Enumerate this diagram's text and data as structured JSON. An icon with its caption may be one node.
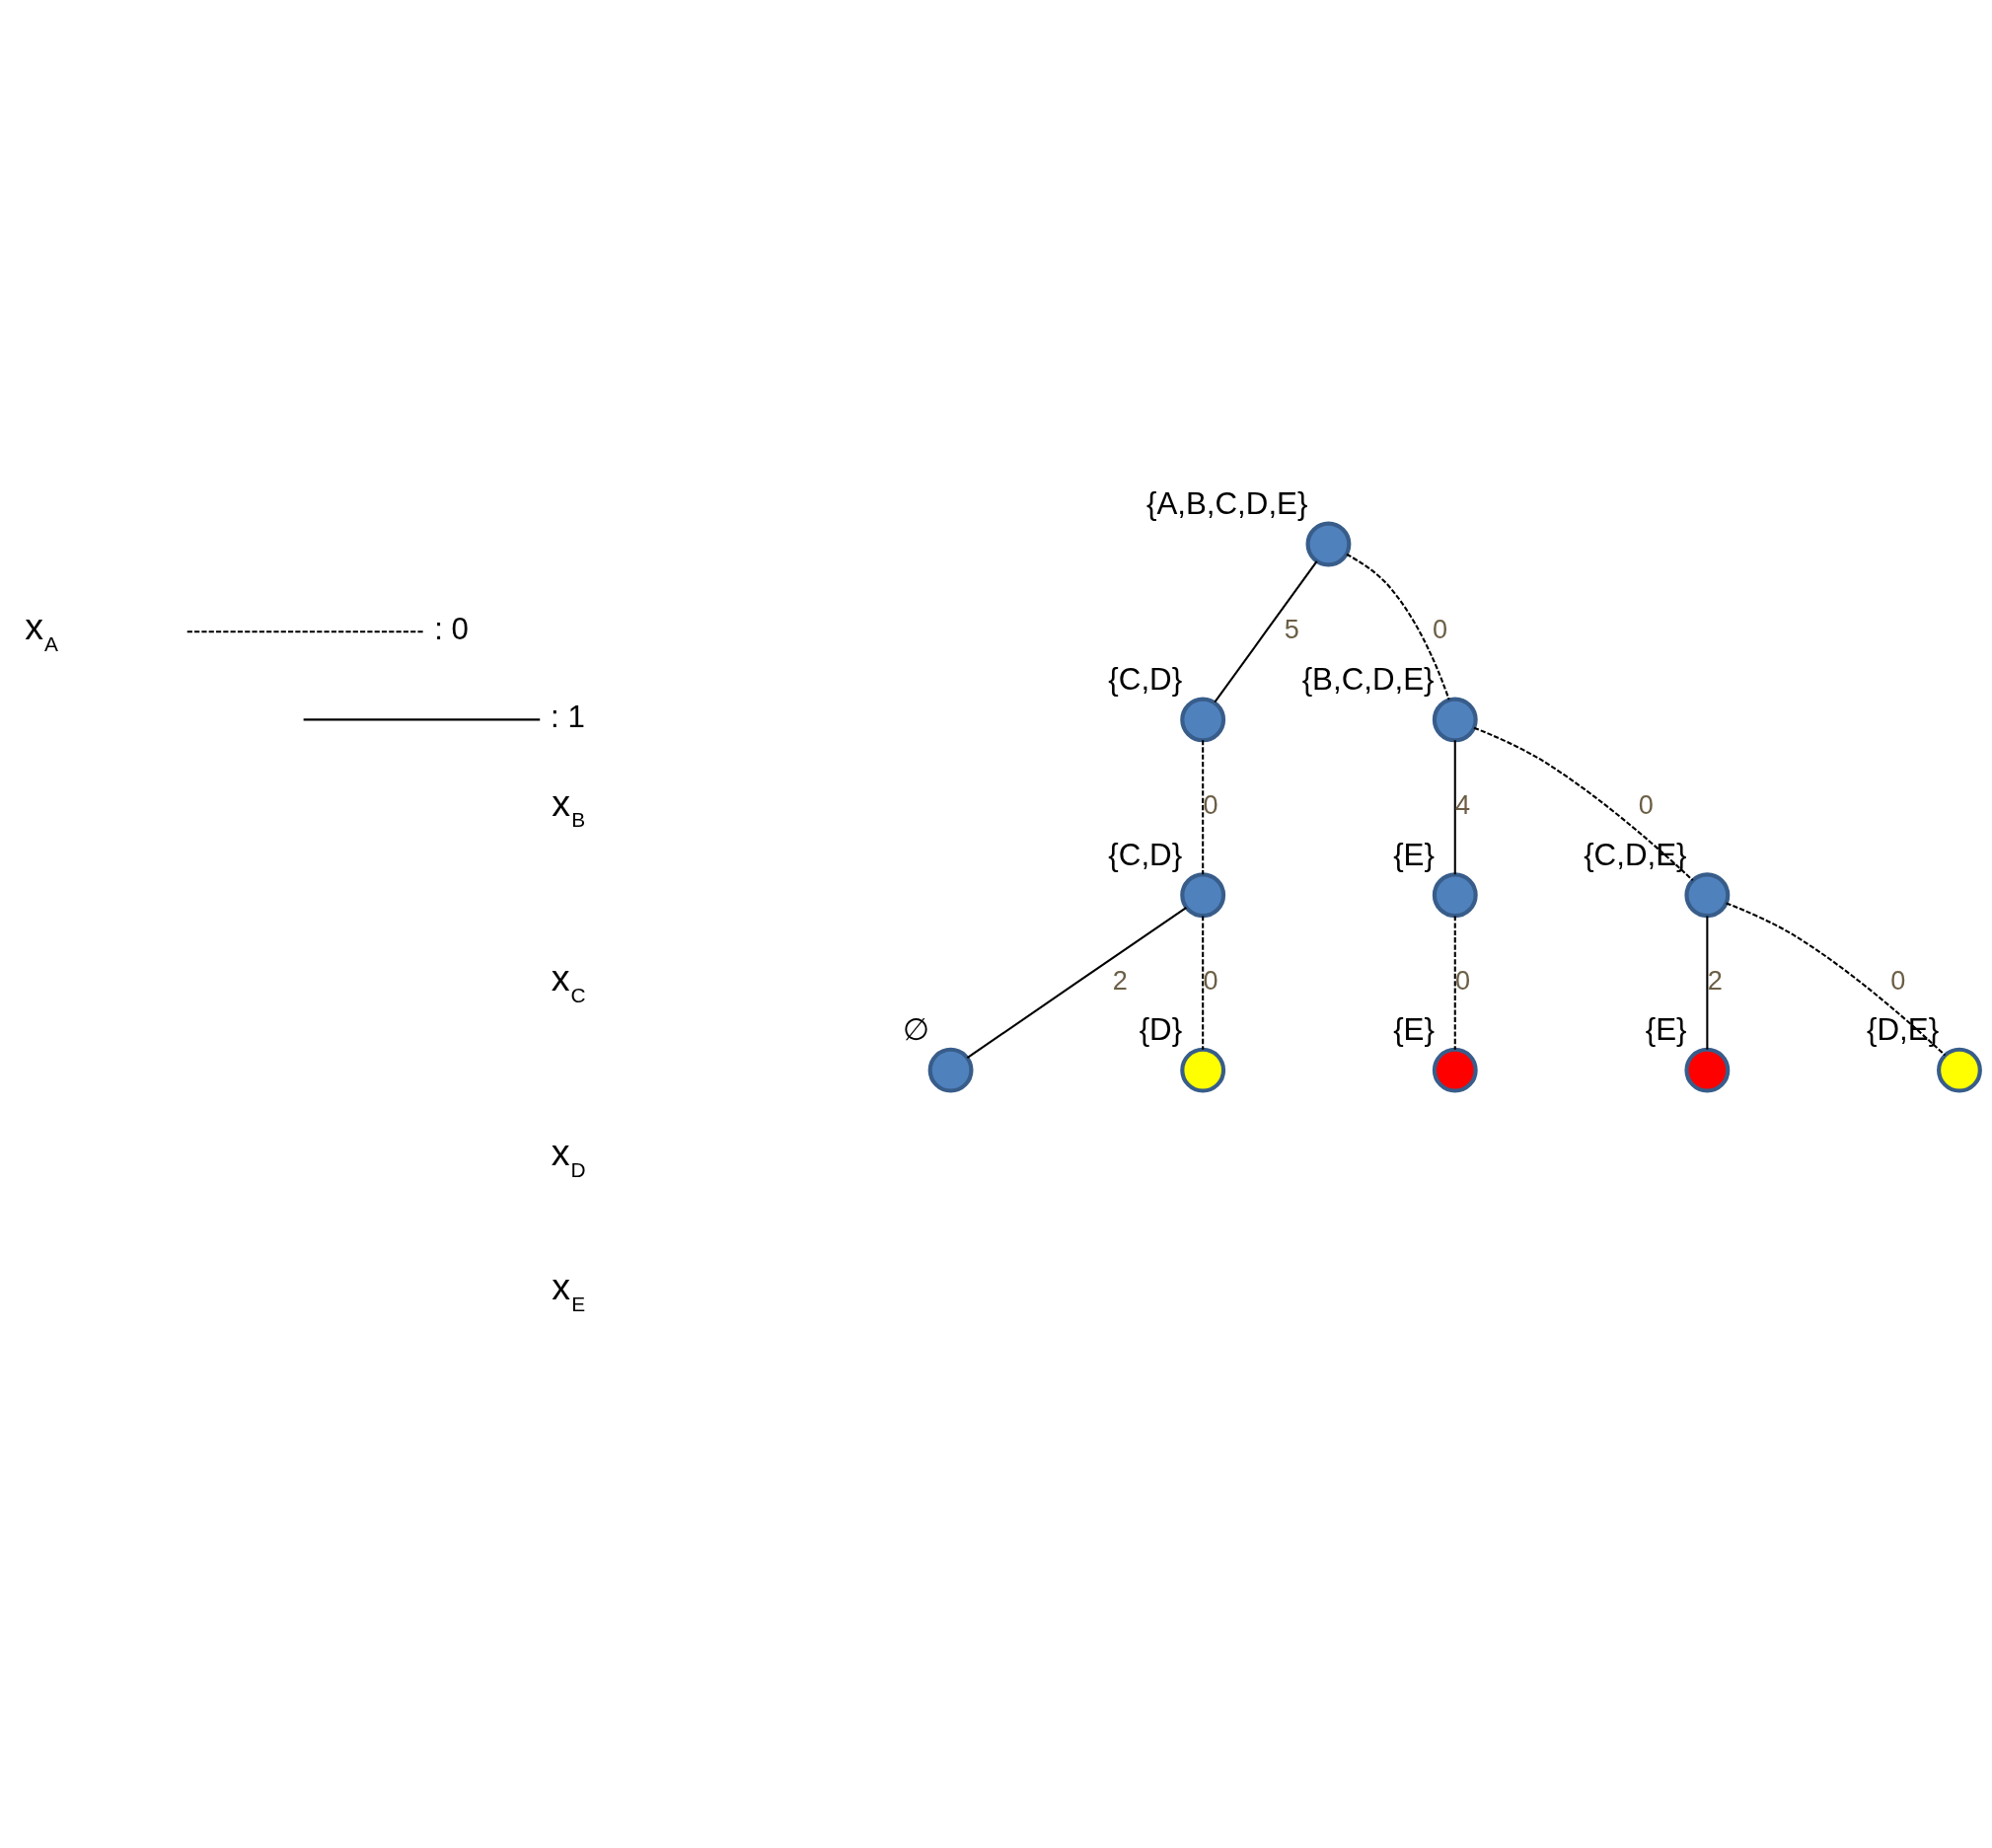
{
  "diagram": {
    "nodes": [
      {
        "text": [],
        "shape": "circle",
        "beside": [
          "{A,B,C,D,E}"
        ]
      },
      {
        "text": [],
        "shape": "circle",
        "beside": [
          "{C,D}"
        ]
      },
      {
        "text": [],
        "shape": "circle",
        "beside": [
          "{B,C,D,E}"
        ]
      },
      {
        "text": [],
        "shape": "circle",
        "beside": [
          "{C,D}"
        ]
      },
      {
        "text": [],
        "shape": "circle",
        "beside": [
          "{E}"
        ]
      },
      {
        "text": [],
        "shape": "circle",
        "beside": [
          "{C,D,E}"
        ]
      },
      {
        "text": [],
        "shape": "circle",
        "beside": [
          "∅"
        ]
      },
      {
        "text": [],
        "shape": "circle",
        "beside": [
          "{D}"
        ]
      },
      {
        "text": [],
        "shape": "circle",
        "beside": [
          "{E}"
        ]
      },
      {
        "text": [],
        "shape": "circle",
        "beside": [
          "{E}"
        ]
      },
      {
        "text": [],
        "shape": "circle",
        "beside": [
          "{D,E}"
        ]
      }
    ],
    "edges": [
      {
        "from": 0,
        "to": 1,
        "arrow": "none",
        "label": "5"
      },
      {
        "from": 0,
        "to": 2,
        "arrow": "none",
        "label": "0",
        "style": "dashed"
      },
      {
        "from": 1,
        "to": 3,
        "arrow": "none",
        "label": "0",
        "style": "dashed"
      },
      {
        "from": 2,
        "to": 4,
        "arrow": "none",
        "label": "4"
      },
      {
        "from": 2,
        "to": 5,
        "arrow": "none",
        "label": "0",
        "style": "dashed"
      },
      {
        "from": 3,
        "to": 6,
        "arrow": "none",
        "label": "2"
      },
      {
        "from": 3,
        "to": 7,
        "arrow": "none",
        "label": "0",
        "style": "dashed"
      },
      {
        "from": 4,
        "to": 8,
        "arrow": "none",
        "label": "0",
        "style": "dashed"
      },
      {
        "from": 5,
        "to": 9,
        "arrow": "none",
        "label": "2"
      },
      {
        "from": 5,
        "to": 10,
        "arrow": "none",
        "label": "0",
        "style": "dashed"
      }
    ],
    "labels": [
      "x$_{A}$",
      "x$_{B}$",
      "x$_{C}$",
      "x$_{D}$",
      "x$_{E}$"
    ],
    "legend": [
      {
        "text": ": 0"
      },
      {
        "text": ": 1"
      }
    ]
  }
}
